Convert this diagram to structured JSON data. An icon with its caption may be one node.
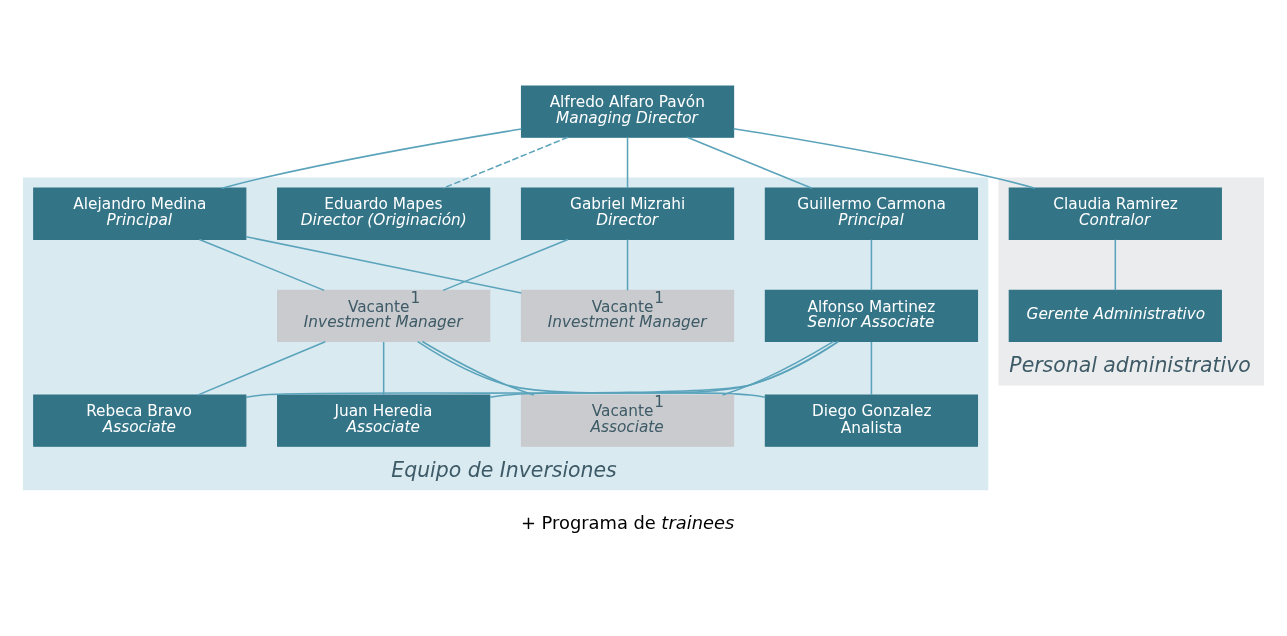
{
  "diagram": {
    "nodes": [
      {
        "text": [
          "Alfredo Alfaro Pavón",
          "Managing Director"
        ]
      },
      {
        "text": [
          "Equipo de Inversiones"
        ]
      },
      {
        "text": [
          "Eduardo Mapes",
          "Director (Originación)"
        ],
        "in": 1
      },
      {
        "text": [
          "Gabriel Mizrahi",
          "Director"
        ],
        "in": 1
      },
      {
        "text": [
          "Guillermo Carmona",
          "Principal"
        ],
        "in": 1
      },
      {
        "text": [
          "Alejandro Medina",
          "Principal"
        ],
        "in": 1
      },
      {
        "text": [
          "Personal administrativo"
        ]
      },
      {
        "text": [
          "Claudia Ramirez",
          "Contralor"
        ],
        "in": 6
      },
      {
        "text": [
          "Vacante$^{1}$",
          "Investment Manager"
        ],
        "in": 1
      },
      {
        "text": [
          "Vacante$^{1}$",
          "Investment Manager"
        ],
        "in": 1
      },
      {
        "text": [
          "Alfonso Martinez",
          "Senior Associate"
        ],
        "in": 1
      },
      {
        "text": [
          "Gerente Administrativo"
        ],
        "in": 6
      },
      {
        "text": [
          "Diego Gonzalez",
          "Analista"
        ],
        "in": 1
      },
      {
        "text": [
          "Rebeca Bravo",
          "Associate"
        ],
        "in": 1
      },
      {
        "text": [
          "Juan Heredia",
          "Associate"
        ],
        "in": 1
      },
      {
        "text": [
          "Vacante$^{1}$",
          "Associate"
        ],
        "in": 1
      }
    ],
    "edges": [
      {
        "from": 0,
        "to": 2,
        "arrow": "none",
        "style": "dashed"
      },
      {
        "from": 0,
        "to": 3,
        "arrow": "none"
      },
      {
        "from": 0,
        "to": 4,
        "arrow": "none"
      },
      {
        "from": 0,
        "to": 5,
        "arrow": "none"
      },
      {
        "from": 0,
        "to": 7,
        "arrow": "none"
      },
      {
        "from": 3,
        "to": 8,
        "arrow": "none"
      },
      {
        "from": 3,
        "to": 9,
        "arrow": "none"
      },
      {
        "from": 5,
        "to": 8,
        "arrow": "none"
      },
      {
        "from": 5,
        "to": 9,
        "arrow": "none"
      },
      {
        "from": 4,
        "to": 10,
        "arrow": "none"
      },
      {
        "from": 7,
        "to": 11,
        "arrow": "none"
      },
      {
        "from": 9,
        "to": 12,
        "arrow": "none"
      },
      {
        "from": 9,
        "to": 13,
        "arrow": "none"
      },
      {
        "from": 9,
        "to": 14,
        "arrow": "none"
      },
      {
        "from": 9,
        "to": 15,
        "arrow": "none"
      },
      {
        "from": 10,
        "to": 12,
        "arrow": "none"
      },
      {
        "from": 10,
        "to": 13,
        "arrow": "none"
      },
      {
        "from": 10,
        "to": 14,
        "arrow": "none"
      },
      {
        "from": 10,
        "to": 15,
        "arrow": "none"
      }
    ],
    "labels": [
      "+ Programa de *trainees*"
    ]
  }
}
